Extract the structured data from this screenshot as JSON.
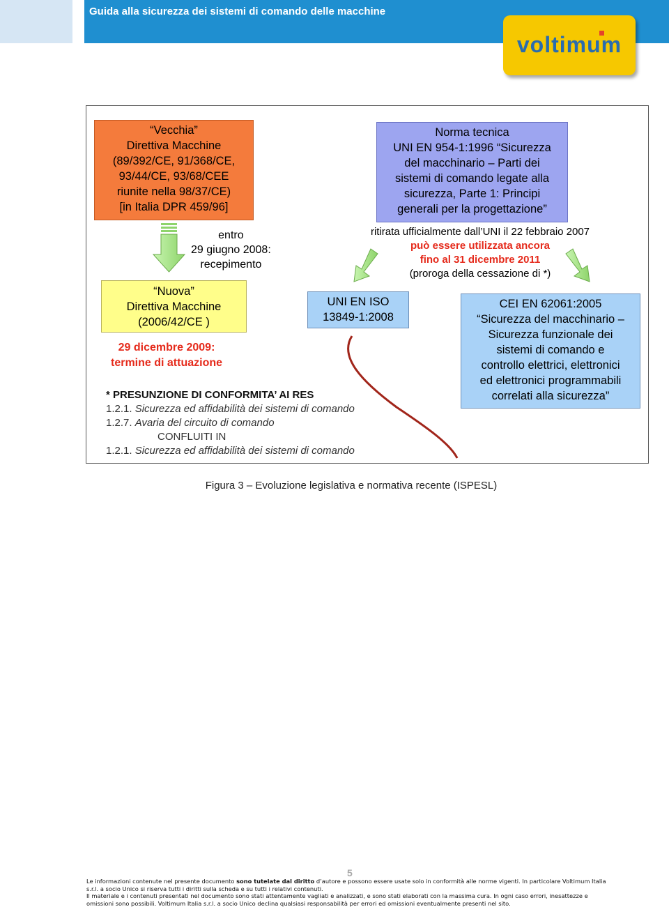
{
  "header": {
    "title": "Guida alla sicurezza dei sistemi di comando delle macchine",
    "logo_text": "voltimum",
    "bar_color": "#1f8fd0",
    "logo_color": "#f6c800"
  },
  "figure": {
    "old_directive": [
      "“Vecchia”",
      "Direttiva Macchine",
      "(89/392/CE, 91/368/CE,",
      "93/44/CE, 93/68/CEE",
      "riunite nella 98/37/CE)",
      "[in Italia DPR 459/96]"
    ],
    "transition": [
      "entro",
      "29 giugno 2008:",
      "recepimento"
    ],
    "new_directive": [
      "“Nuova”",
      "Direttiva Macchine",
      "(2006/42/CE )"
    ],
    "deadline": [
      "29 dicembre 2009:",
      "termine di attuazione"
    ],
    "norma_tecnica": [
      "Norma tecnica",
      "UNI EN 954-1:1996 “Sicurezza",
      "del macchinario – Parti dei",
      "sistemi di comando legate alla",
      "sicurezza, Parte 1: Principi",
      "generali per la progettazione”"
    ],
    "withdrawn": "ritirata ufficialmente dall’UNI il 22 febbraio 2007",
    "still_usable": [
      "può essere utilizzata ancora",
      "fino al 31 dicembre 2011"
    ],
    "proroga": "(proroga della cessazione di *)",
    "uni_en_iso": [
      "UNI EN ISO",
      "13849-1:2008"
    ],
    "cei_en": [
      "CEI EN 62061:2005",
      "“Sicurezza del macchinario –",
      "Sicurezza funzionale dei",
      "sistemi di comando e",
      "controllo elettrici, elettronici",
      "ed elettronici programmabili",
      "correlati alla sicurezza”"
    ],
    "presunzione": {
      "title": "* PRESUNZIONE DI CONFORMITA’ AI RES",
      "item1_num": "1.2.1.",
      "item1_text": "Sicurezza ed affidabilità dei sistemi di comando",
      "item2_num": "1.2.7.",
      "item2_text": "Avaria del circuito di comando",
      "confluiti": "CONFLUITI IN",
      "item3_num": "1.2.1.",
      "item3_text": "Sicurezza ed affidabilità dei sistemi di comando"
    },
    "colors": {
      "orange": "#f47b3c",
      "purple": "#9da5f0",
      "yellow": "#fffe8a",
      "light_blue": "#a9d2f7",
      "green_arrow": "#b8f0a0",
      "red_text": "#e52a1b"
    }
  },
  "caption": "Figura 3 – Evoluzione legislativa e normativa recente (ISPESL)",
  "page_number": "5",
  "footer": {
    "line1_pre": "Le informazioni contenute nel presente documento ",
    "line1_bold": "sono tutelate dal diritto",
    "line1_post": " d’autore e possono essere usate solo in conformità alle norme vigenti. In particolare Voltimum Italia",
    "line2": "s.r.l. a socio Unico si riserva tutti i diritti sulla scheda e su tutti i relativi contenuti.",
    "line3": "Il materiale e i contenuti presentati nel documento sono stati attentamente vagliati e analizzati, e sono stati elaborati con la massima cura. In ogni caso errori, inesattezze e",
    "line4": "omissioni sono possibili. Voltimum Italia s.r.l. a socio Unico declina qualsiasi responsabilità per errori ed omissioni eventualmente presenti nel sito."
  }
}
